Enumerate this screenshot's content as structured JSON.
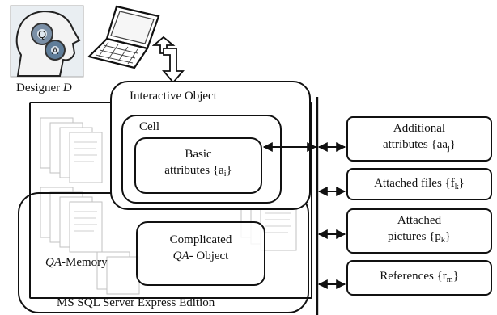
{
  "designer": {
    "head_letters": [
      "Q",
      "A"
    ],
    "label_prefix": "Designer ",
    "label_var": "D"
  },
  "interactive_object": {
    "title": "Interactive Object"
  },
  "cell": {
    "title": "Cell"
  },
  "basic_attributes": {
    "line1": "Basic",
    "line2_prefix": "attributes {a",
    "line2_sub": "i",
    "line2_suffix": "}"
  },
  "complicated_object": {
    "line1": "Complicated",
    "line2_var": "QA",
    "line2_rest": "- Object"
  },
  "qa_memory": {
    "var": "QA",
    "rest": "-Memory"
  },
  "server": {
    "label": "MS SQL Server Express Edition"
  },
  "side_boxes": [
    {
      "line1": "Additional",
      "line2_prefix": "attributes {aa",
      "line2_sub": "j",
      "line2_suffix": "}"
    },
    {
      "line1_prefix": "Attached files {f",
      "line1_sub": "k",
      "line1_suffix": "}"
    },
    {
      "line1": "Attached",
      "line2_prefix": "pictures {p",
      "line2_sub": "k",
      "line2_suffix": "}"
    },
    {
      "line1_prefix": "References {r",
      "line1_sub": "m",
      "line1_suffix": "}"
    }
  ],
  "colors": {
    "ink": "#111111",
    "faded_doc": "#b9b9b9"
  }
}
